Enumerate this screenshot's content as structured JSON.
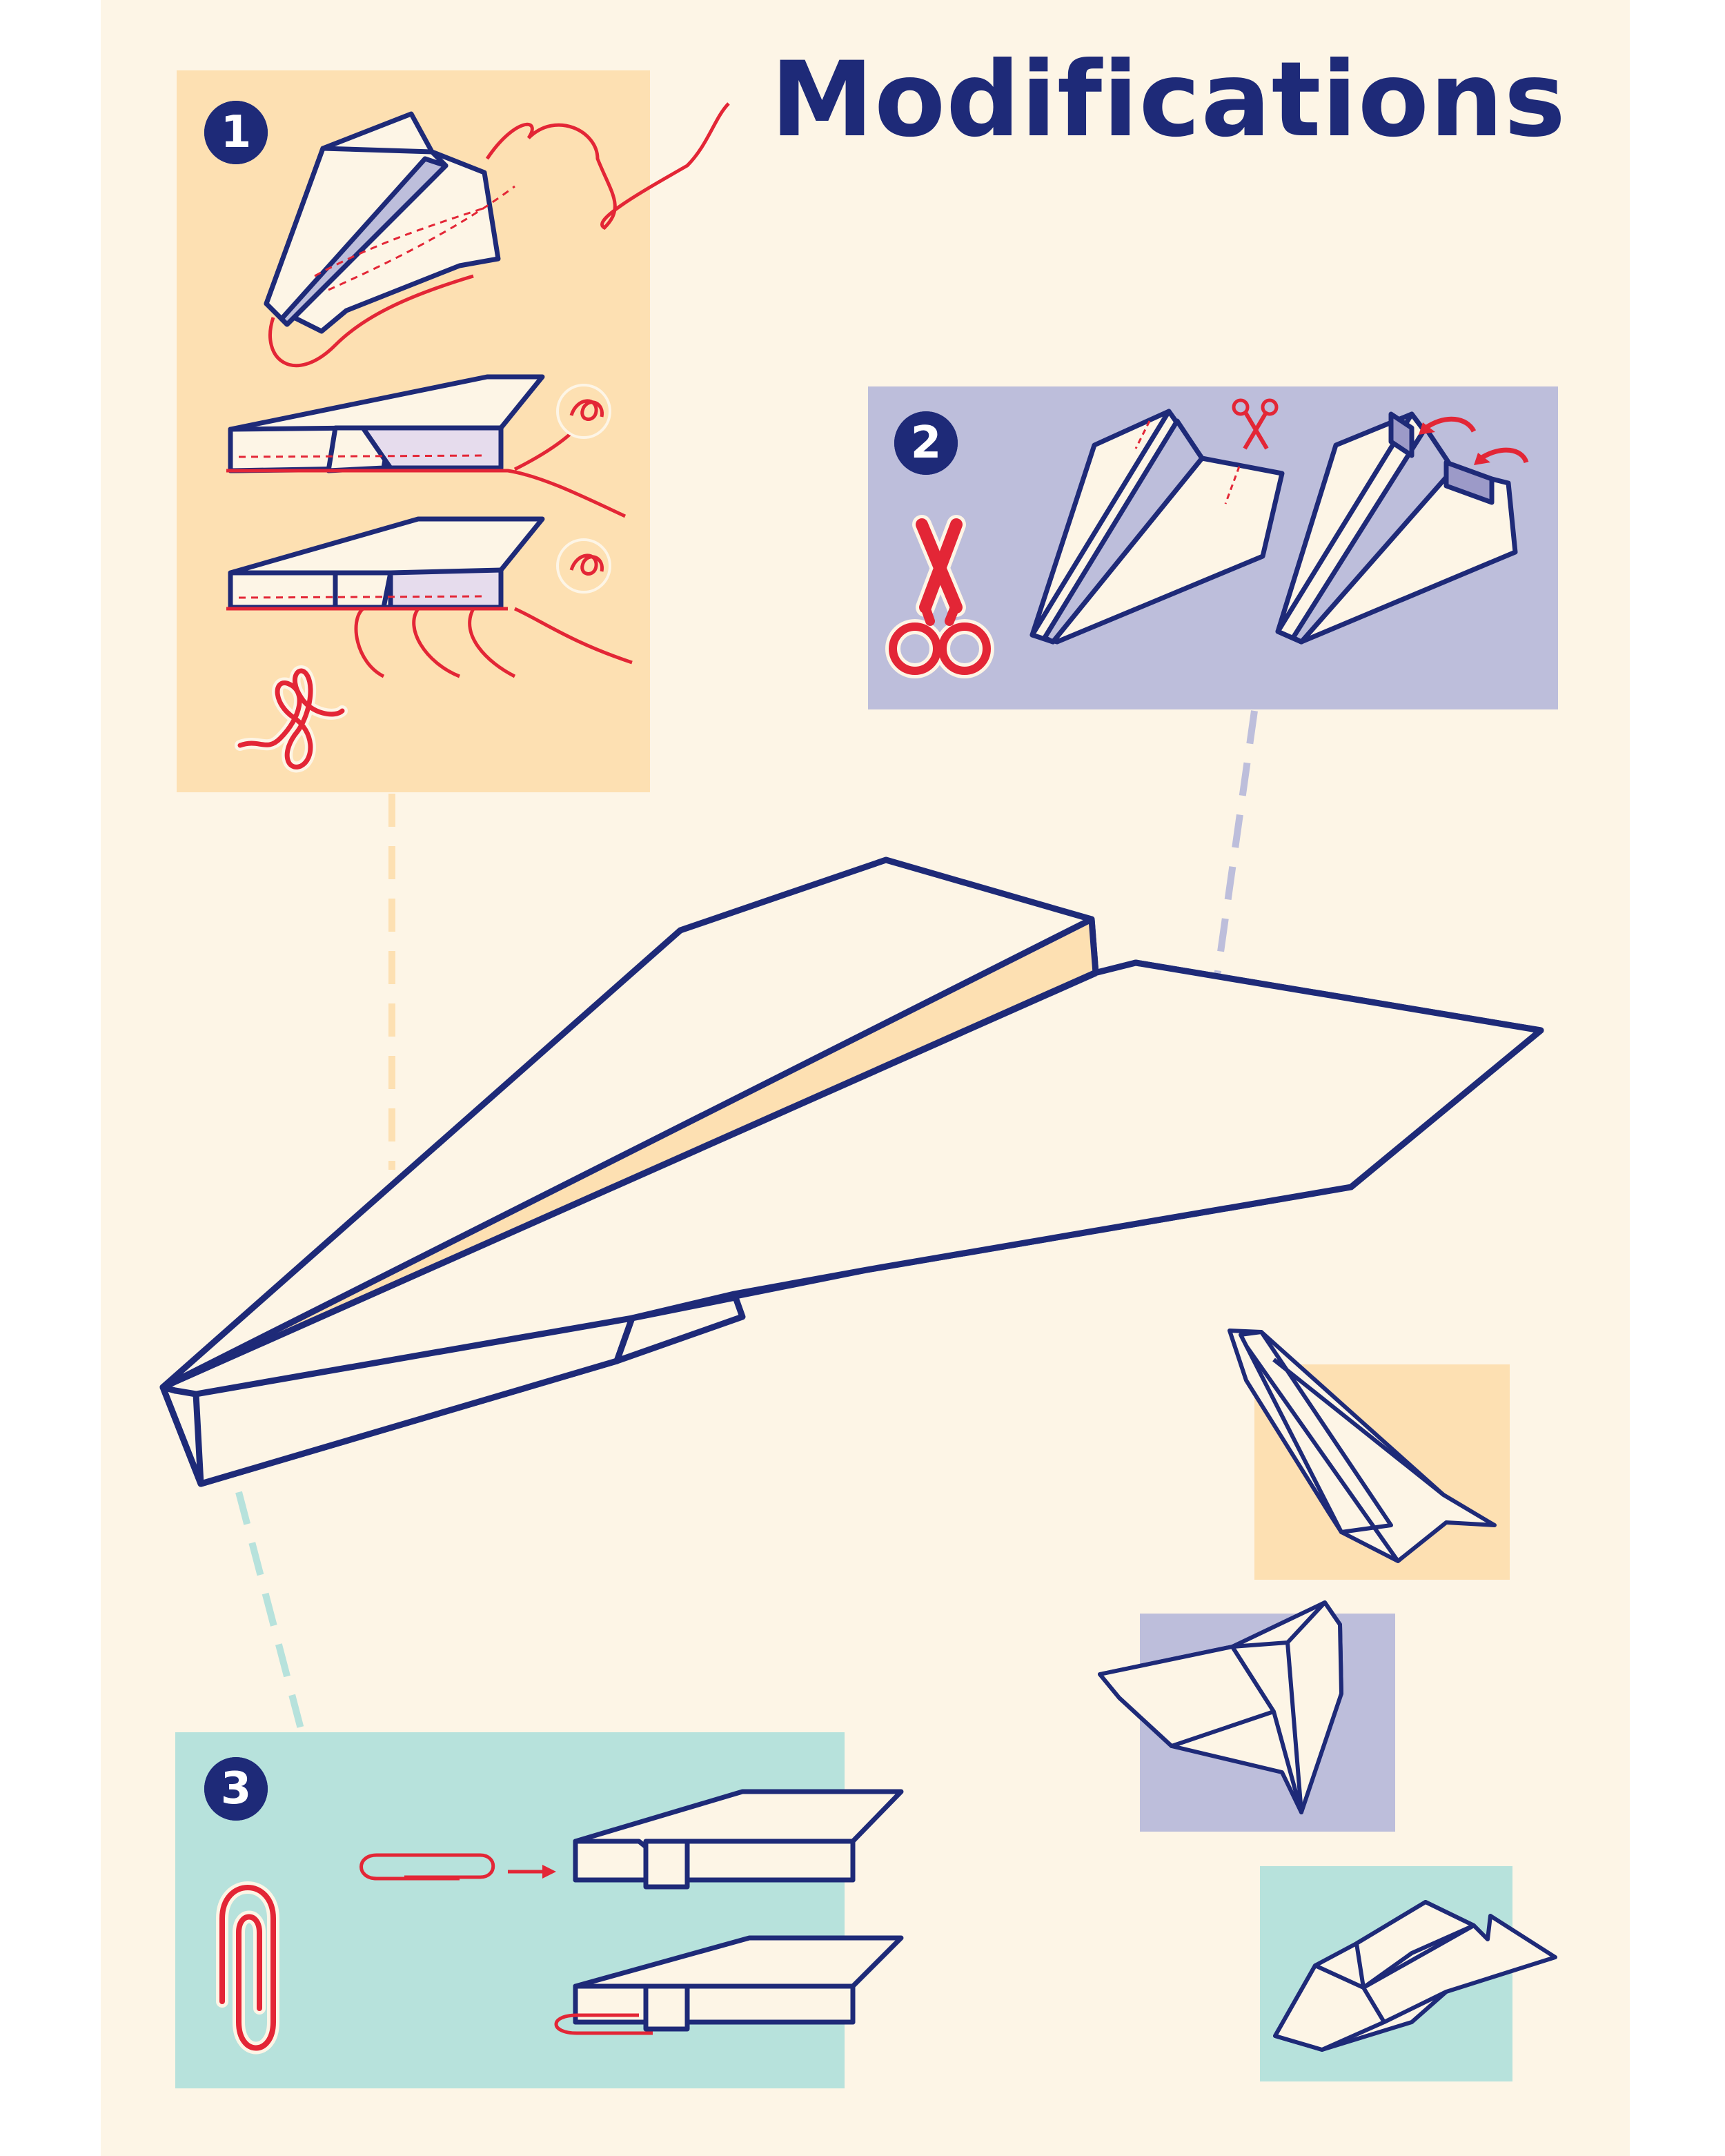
{
  "title": "Modifications",
  "steps": [
    {
      "number": "1",
      "technique": "string",
      "icon": "string-coil-icon",
      "panel_color": "#fde0b2"
    },
    {
      "number": "2",
      "technique": "scissors",
      "icon": "scissors-icon",
      "panel_color": "#bdbedb"
    },
    {
      "number": "3",
      "technique": "paperclip",
      "icon": "paperclip-icon",
      "panel_color": "#b7e2dc"
    }
  ],
  "colors": {
    "background": "#fdf5e6",
    "outline": "#1e2a78",
    "accent": "#e32636",
    "paper": "#fdf5e6",
    "peach": "#fde0b2",
    "lavender": "#bdbedb",
    "mint": "#b7e2dc"
  }
}
